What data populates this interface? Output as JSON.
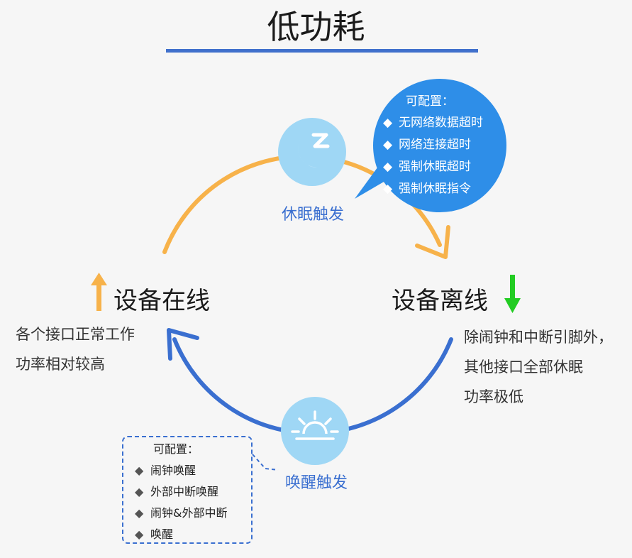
{
  "title": "低功耗",
  "states": {
    "online": {
      "label": "设备在线",
      "desc": [
        "各个接口正常工作",
        "功率相对较高"
      ]
    },
    "offline": {
      "label": "设备离线",
      "desc": [
        "除闹钟和中断引脚外，",
        "其他接口全部休眠",
        "功率极低"
      ]
    }
  },
  "sleep_trigger": {
    "label": "休眠触发",
    "config_title": "可配置：",
    "items": [
      "无网络数据超时",
      "网络连接超时",
      "强制休眠超时",
      "强制休眠指令"
    ]
  },
  "wake_trigger": {
    "label": "唤醒触发",
    "config_title": "可配置：",
    "items": [
      "闹钟唤醒",
      "外部中断唤醒",
      "闹钟&外部中断",
      "唤醒"
    ]
  },
  "colors": {
    "accent_blue": "#3a6fd0",
    "orange": "#f7b24a",
    "green": "#22cc22",
    "bubble": "#2e8ee8",
    "icon_circle": "#9fd7f5"
  },
  "icons": [
    "moon-z-icon",
    "sunrise-icon",
    "up-arrow-icon",
    "down-arrow-icon",
    "diamond-bullet-icon"
  ]
}
